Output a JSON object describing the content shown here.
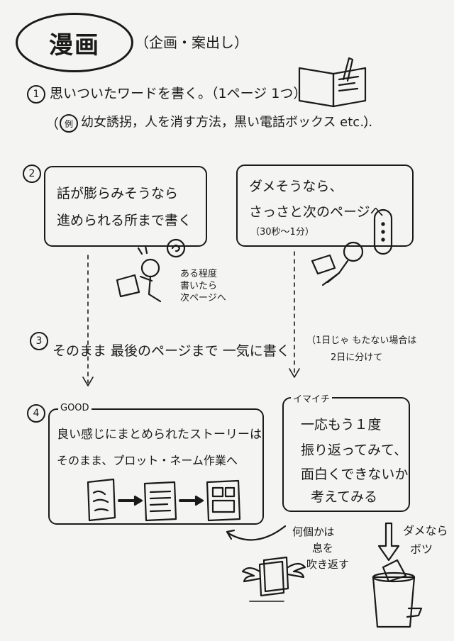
{
  "title": "漫画",
  "subtitle": "（企画・案出し）",
  "step1": {
    "num": "1",
    "text": "思いついたワードを書く。（1ページ 1つ）",
    "example_label": "例",
    "example_text": "幼女誘拐，人を消す方法，黒い電話ボックス etc…"
  },
  "step2": {
    "num": "2",
    "left_box": {
      "line1": "話が膨らみそうなら",
      "line2": "進められる所まで書く"
    },
    "left_note": {
      "line1": "ある程度",
      "line2": "書いたら",
      "line3": "次ページへ"
    },
    "right_box": {
      "line1": "ダメそうなら、",
      "line2": "さっさと次のページへ",
      "line3": "（30秒〜1分）"
    }
  },
  "step3": {
    "num": "3",
    "text": "そのまま 最後のページまで 一気に書く",
    "note_line1": "（1日じゃ もたない場合は",
    "note_line2": "2日に分けて"
  },
  "step4": {
    "num": "4",
    "good_label": "GOOD",
    "good_line1": "良い感じにまとめられたストーリーは",
    "good_line2": "そのまま、プロット・ネーム作業へ",
    "imaichi_label": "イマイチ",
    "imaichi_line1": "一応もう１度",
    "imaichi_line2": "振り返ってみて、",
    "imaichi_line3": "面白くできないか",
    "imaichi_line4": "考えてみる",
    "revive_line1": "何個かは",
    "revive_line2": "息を",
    "revive_line3": "吹き返す",
    "trash_line1": "ダメなら",
    "trash_line2": "ボツ"
  }
}
